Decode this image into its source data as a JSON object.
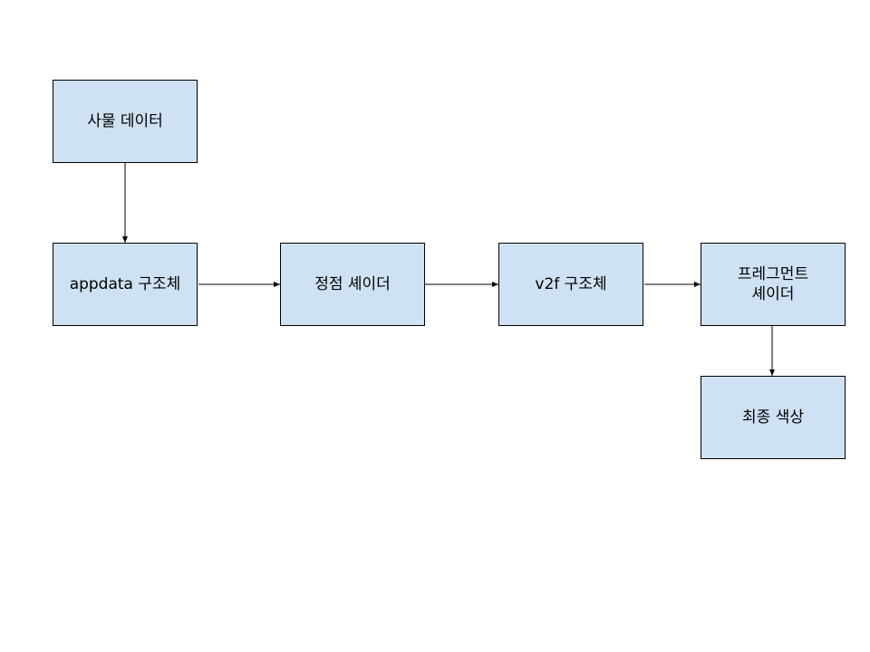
{
  "diagram": {
    "nodes": {
      "sample_data": "사물 데이터",
      "appdata_struct": "appdata 구조체",
      "vertex_shader": "정점 셰이더",
      "v2f_struct": "v2f 구조체",
      "fragment_shader": "프레그먼트\n셰이더",
      "final_color": "최종 색상"
    },
    "edges": [
      {
        "from": "sample_data",
        "to": "appdata_struct"
      },
      {
        "from": "appdata_struct",
        "to": "vertex_shader"
      },
      {
        "from": "vertex_shader",
        "to": "v2f_struct"
      },
      {
        "from": "v2f_struct",
        "to": "fragment_shader"
      },
      {
        "from": "fragment_shader",
        "to": "final_color"
      }
    ]
  },
  "colors": {
    "node_fill": "#cfe2f3",
    "stroke": "#000000"
  }
}
